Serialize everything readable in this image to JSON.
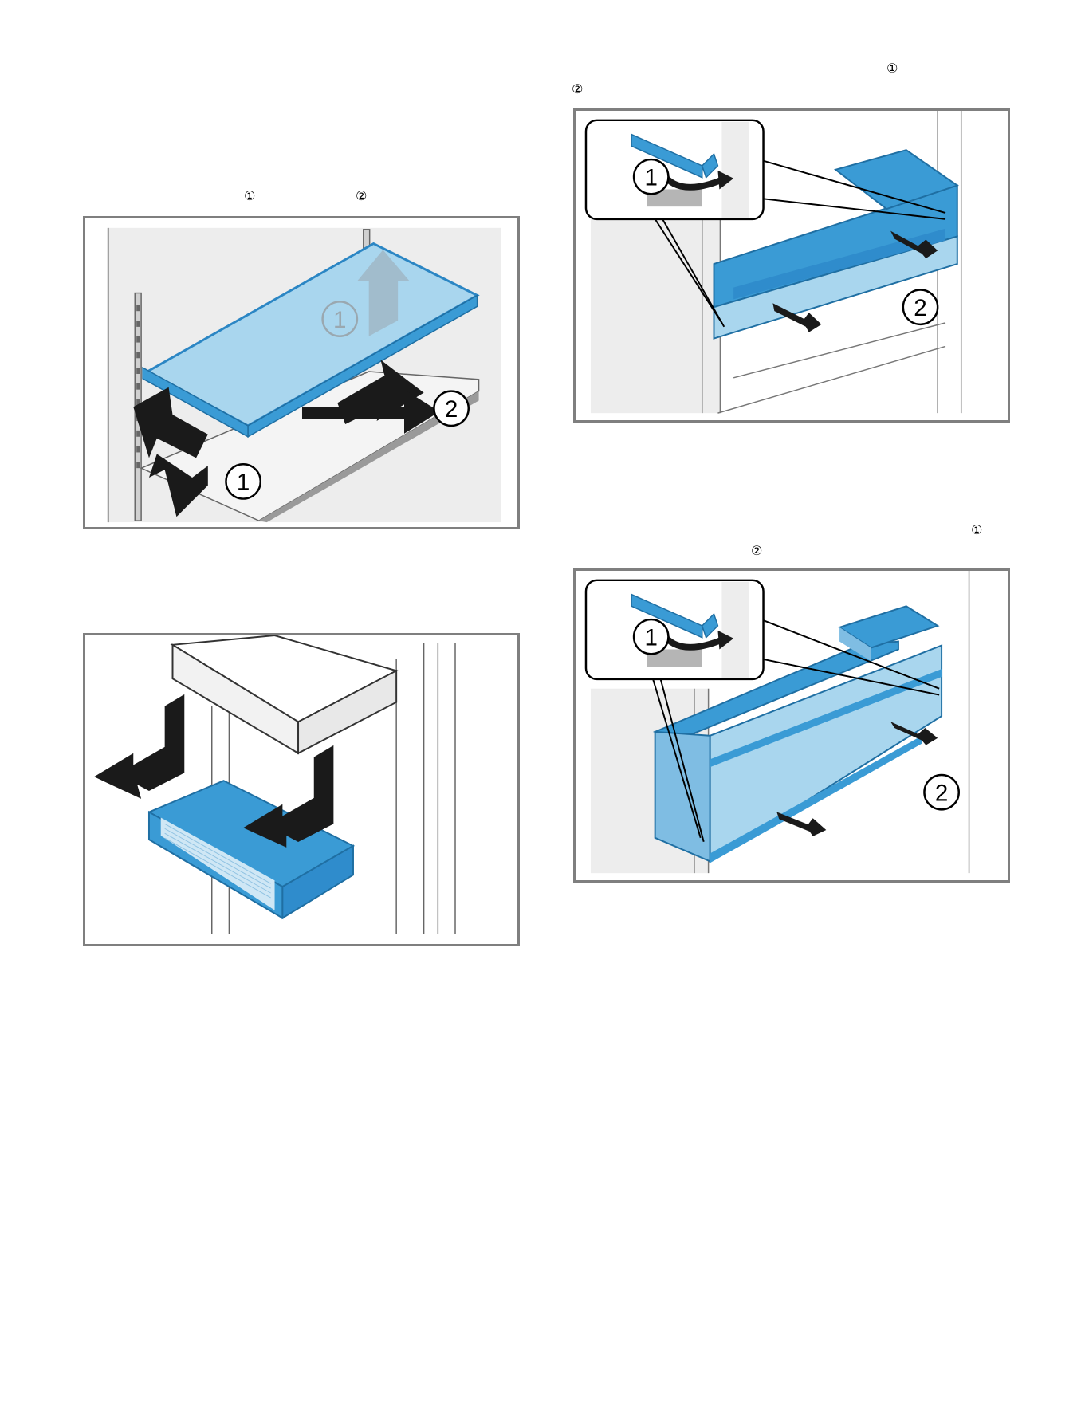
{
  "left_column": {
    "step_markers": [
      "①",
      "②"
    ],
    "figure_shelf": {
      "callouts": [
        "1",
        "2",
        "1"
      ]
    },
    "figure_drawer": {}
  },
  "right_column": {
    "top": {
      "step_markers": [
        "①",
        "②"
      ],
      "callouts": [
        "1",
        "2"
      ]
    },
    "bottom": {
      "step_markers": [
        "①",
        "②"
      ],
      "callouts": [
        "1",
        "2"
      ]
    }
  },
  "colors": {
    "figure_border": "#7f7f7f",
    "part_blue": "#3a9bd5",
    "part_light_blue": "#a9d6ee",
    "arrow": "#1a1a1a"
  },
  "icons": [
    "arrow-up-icon",
    "arrow-right-icon",
    "curved-arrow-icon"
  ]
}
